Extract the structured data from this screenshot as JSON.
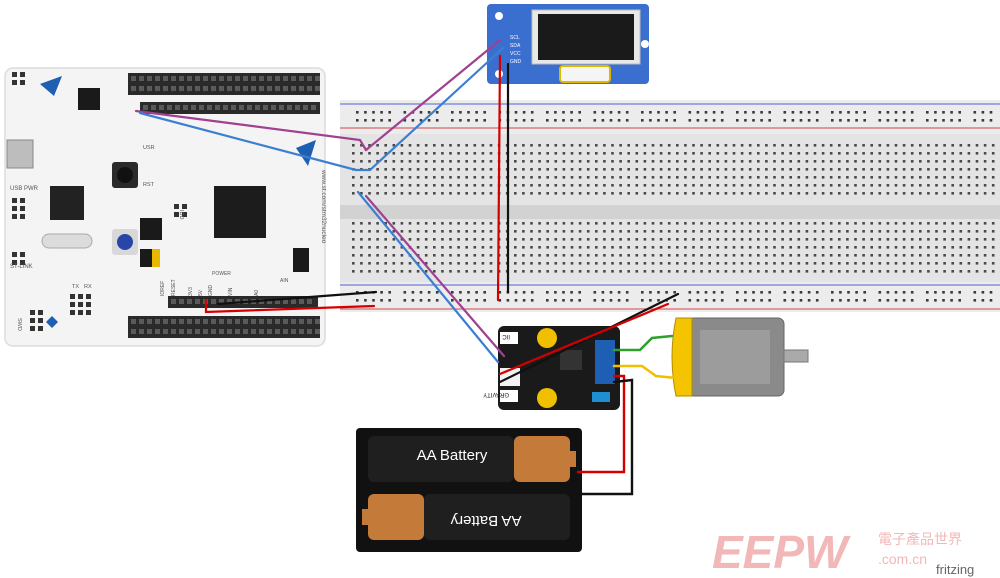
{
  "nucleo": {
    "url": "www.st.com/stm32nucleo",
    "usb_pwr": "USB PWR",
    "st_link": "ST-LINK",
    "rst": "RST",
    "usr": "USR",
    "ioref": "IOREF",
    "reset": "RESET",
    "v3": "3V3",
    "v5": "5V",
    "gnd": "GND",
    "vin": "VIN",
    "power": "POWER",
    "ain": "AIN",
    "a0": "A0",
    "tx": "TX",
    "rx": "RX",
    "swd": "SWD",
    "idd": "IDD"
  },
  "oled": {
    "pins": [
      "SCL",
      "SDA",
      "VCC",
      "GND"
    ]
  },
  "driver": {
    "iic": "IIC",
    "gravity": "GRAVITY"
  },
  "battery": {
    "top": "AA Battery",
    "bottom": "AA Battery"
  },
  "watermark": {
    "brand": "EEPW",
    "chinese": "電子產品世界",
    "domain": ".com.cn"
  },
  "footer": {
    "fritzing": "fritzing"
  },
  "colors": {
    "board": "#f2f2f2",
    "breadboard": "#dcdcdc",
    "wire_red": "#d40000",
    "wire_blue": "#3b7fd1",
    "wire_purple": "#a04090",
    "wire_black": "#111111",
    "wire_green": "#2fa02f",
    "wire_yellow": "#f0c000",
    "oled_pcb": "#3a6fd0",
    "motor_body": "#8a8a8a",
    "motor_cap": "#f5c400",
    "watermark": "#f2b8b8"
  }
}
